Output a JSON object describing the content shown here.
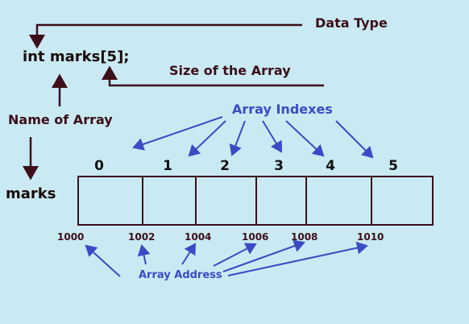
{
  "code_text": "int marks[5];",
  "labels": {
    "data_type": "Data Type",
    "size_of_array": "Size of the Array",
    "name_of_array": "Name of Array",
    "array_indexes": "Array Indexes",
    "variable_name": "marks",
    "array_address": "Array Address"
  },
  "indexes": [
    "0",
    "1",
    "2",
    "3",
    "4",
    "5"
  ],
  "addresses": [
    "1000",
    "1002",
    "1004",
    "1006",
    "1008",
    "1010"
  ],
  "colors": {
    "background": "#c9eaf3",
    "dark_arrow": "#3d0f19",
    "blue_arrow": "#3b4bc4"
  }
}
